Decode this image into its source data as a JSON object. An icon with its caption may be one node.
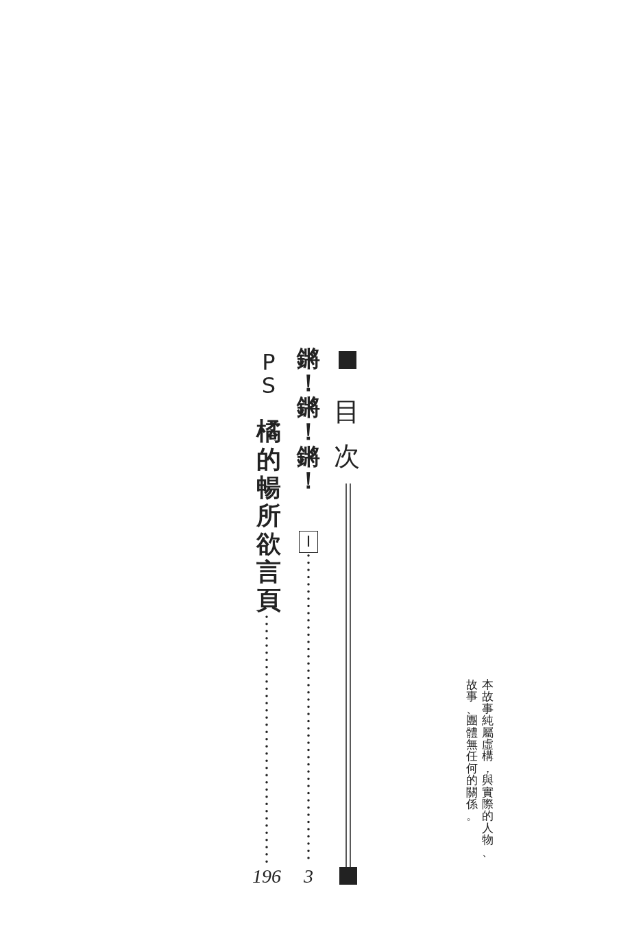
{
  "diagram": {
    "title": "目次",
    "nodes": [
      {
        "text": [
          "鏘！鏘！鏘！"
        ]
      },
      {
        "text": [
          "I"
        ]
      },
      {
        "text": [
          "3"
        ]
      },
      {
        "text": [
          "橘的暢所欲言頁"
        ]
      },
      {
        "text": [
          "196"
        ]
      }
    ],
    "edges": [
      {
        "from": 1,
        "to": 2,
        "arrow": "none",
        "style": "dashed"
      },
      {
        "from": 3,
        "to": 4,
        "arrow": "none",
        "style": "dashed"
      }
    ],
    "labels": [
      "PS",
      "本故事純屬虛構，與實際的人物、故事、團體無任何的關係。"
    ]
  }
}
